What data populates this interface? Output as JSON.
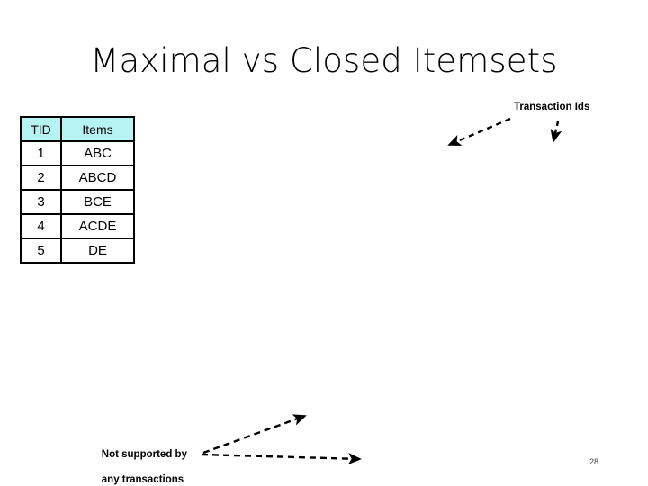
{
  "slide": {
    "title": "Maximal vs Closed Itemsets",
    "page_number": "28",
    "background_color": "#ffffff",
    "text_color": "#000000"
  },
  "transaction_table": {
    "header_background": "#b6f3f3",
    "border_color": "#000000",
    "columns": [
      "TID",
      "Items"
    ],
    "rows": [
      {
        "tid": "1",
        "items": "ABC"
      },
      {
        "tid": "2",
        "items": "ABCD"
      },
      {
        "tid": "3",
        "items": "BCE"
      },
      {
        "tid": "4",
        "items": "ACDE"
      },
      {
        "tid": "5",
        "items": "DE"
      }
    ]
  },
  "annotations": {
    "transaction_ids": {
      "text": "Transaction Ids",
      "arrows": [
        "arrow-down-left-long",
        "arrow-down-short"
      ]
    },
    "not_supported": {
      "line1": "Not supported by",
      "line2": "any transactions",
      "arrows": [
        "arrow-up-right",
        "arrow-right"
      ]
    }
  }
}
